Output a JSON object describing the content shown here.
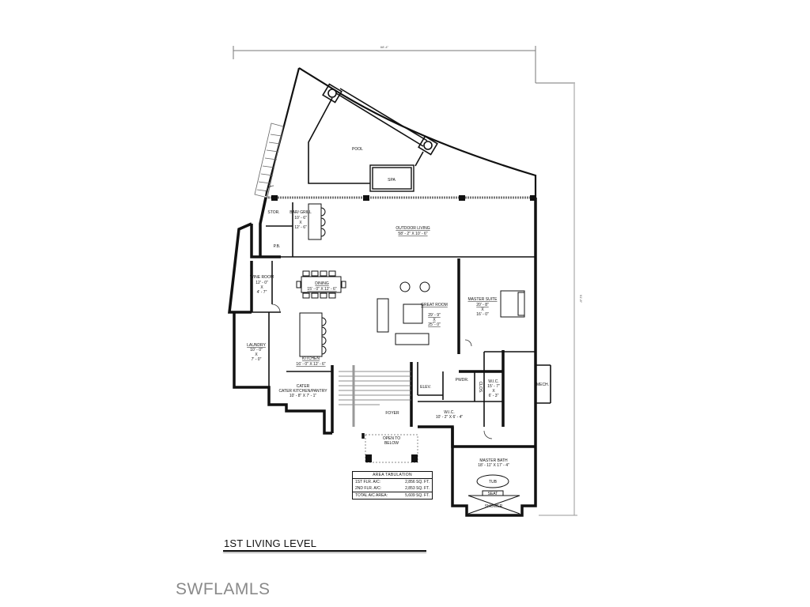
{
  "plan": {
    "level_title": "1ST LIVING LEVEL",
    "watermark": "SWFLAMLS",
    "dimensions": {
      "overall_width": "68'-4\"",
      "overall_depth": "91'-8\""
    },
    "rooms": {
      "pool": {
        "name": "POOL"
      },
      "spa": {
        "name": "SPA"
      },
      "stor": {
        "name": "STOR."
      },
      "bar_grill": {
        "name": "BAR/ GRILL",
        "dim1": "10' - 6\"",
        "x": "X",
        "dim2": "12' - 6\""
      },
      "outdoor_living": {
        "name": "OUTDOOR LIVING",
        "dim": "58' - 2\" X 10' - 6\""
      },
      "powder_bath": {
        "name": "P.B."
      },
      "wine_room": {
        "name": "WINE ROOM",
        "dim1": "12' - 0\"",
        "x": "X",
        "dim2": "4' - 7\""
      },
      "dining": {
        "name": "DINING",
        "dim": "15' - 0\" X 12' - 6\""
      },
      "great_room": {
        "name": "GREAT ROOM",
        "dim1": "29' - 9\"",
        "x": "X",
        "dim2": "25' - 0\""
      },
      "master_suite": {
        "name": "MASTER SUITE",
        "dim1": "20' - 8\"",
        "x": "X",
        "dim2": "16' - 0\""
      },
      "laundry": {
        "name": "LAUNDRY",
        "dim1": "10' - 0\"",
        "x": "X",
        "dim2": "7' - 0\""
      },
      "kitchen": {
        "name": "KITCHEN",
        "dim": "16' - 0\" X 12' - 6\""
      },
      "cater_kitchen": {
        "name": "CATER KITCHEN/PANTRY",
        "dim": "10' - 8\" X 7' - 1\""
      },
      "elev": {
        "name": "ELEV."
      },
      "pwdr": {
        "name": "PWDR."
      },
      "clos": {
        "name": "CLOS."
      },
      "wic_right": {
        "name": "W.I.C.",
        "dim1": "15' - 7\"",
        "x": "X",
        "dim2": "6' - 3\""
      },
      "mech": {
        "name": "MECH."
      },
      "foyer": {
        "name": "FOYER"
      },
      "wic_center": {
        "name": "W.I.C.",
        "dim": "10' - 2\" X 6' - 4\""
      },
      "open_to_below": {
        "name": "OPEN TO BELOW"
      },
      "master_bath": {
        "name": "MASTER BATH",
        "dim": "18' - 11\" X 17' - 4\""
      },
      "tub": {
        "name": "TUB"
      },
      "seat": {
        "name": "SEAT"
      },
      "shower": {
        "name": "SHOWER"
      }
    },
    "area_tabulation": {
      "title": "AREA TABULATION",
      "rows": [
        {
          "label": "1ST FLR. A/C:",
          "value": "2,856 SQ. FT."
        },
        {
          "label": "2ND FLR. A/C:",
          "value": "2,853 SQ. FT."
        }
      ],
      "total": {
        "label": "TOTAL A/C AREA:",
        "value": "5,609 SQ. FT."
      }
    }
  }
}
